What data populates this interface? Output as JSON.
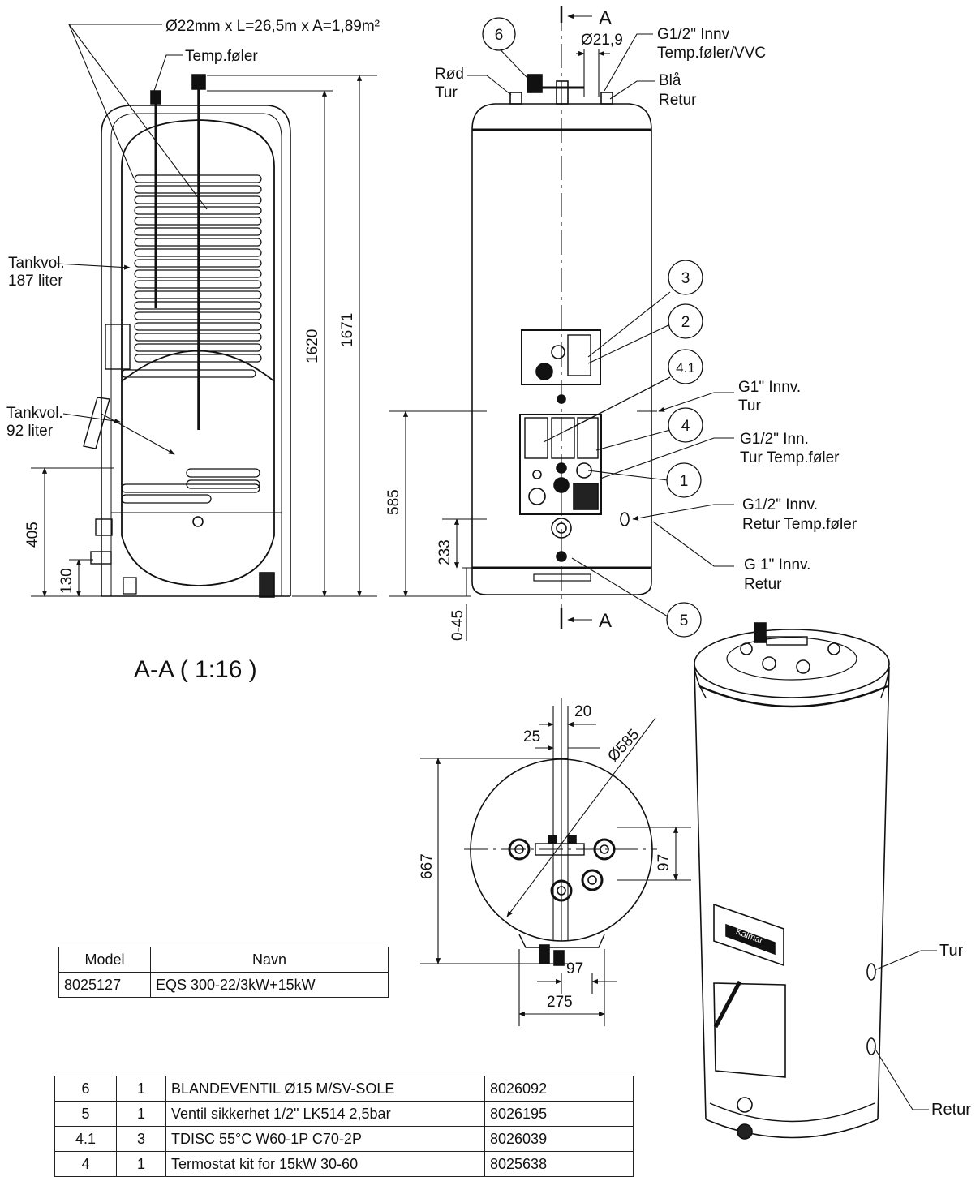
{
  "section_view": {
    "coil_spec": "Ø22mm x L=26,5m x A=1,89m²",
    "temp_sensor": "Temp.føler",
    "tank_upper_line1": "Tankvol.",
    "tank_upper_line2": "187 liter",
    "tank_lower_line1": "Tankvol.",
    "tank_lower_line2": "92 liter",
    "dims": [
      "1620",
      "1671",
      "405",
      "130"
    ],
    "caption": "A-A ( 1:16 )"
  },
  "front_view": {
    "section_marker": "A",
    "red_label_1": "Rød",
    "red_label_2": "Tur",
    "blue_label_1": "Blå",
    "blue_label_2": "Retur",
    "pipe_dim": "Ø21,9",
    "top_conn_1": "G1/2\" Innv",
    "top_conn_2": "Temp.føler/VVC",
    "conn_inlet_1": "G1\" Innv.",
    "conn_inlet_2": "Tur",
    "conn_inlet_sensor_1": "G1/2\" Inn.",
    "conn_inlet_sensor_2": "Tur Temp.føler",
    "conn_return_sensor_1": "G1/2\" Innv.",
    "conn_return_sensor_2": "Retur Temp.føler",
    "conn_return_1": "G 1\" Innv.",
    "conn_return_2": "Retur",
    "dims": [
      "585",
      "233",
      "0-45"
    ],
    "callouts": [
      "6",
      "3",
      "2",
      "4.1",
      "4",
      "1",
      "5"
    ]
  },
  "top_view": {
    "dims": [
      "20",
      "25",
      "Ø585",
      "667",
      "97",
      "97",
      "275"
    ]
  },
  "iso_view": {
    "label_tur": "Tur",
    "label_retur": "Retur",
    "brand": "Kalmar"
  },
  "model_table": {
    "headers": [
      "Model",
      "Navn"
    ],
    "rows": [
      [
        "8025127",
        "EQS 300-22/3kW+15kW"
      ]
    ]
  },
  "parts_table": {
    "rows": [
      [
        "6",
        "1",
        "BLANDEVENTIL Ø15 M/SV-SOLE",
        "8026092"
      ],
      [
        "5",
        "1",
        "Ventil sikkerhet 1/2\" LK514 2,5bar",
        "8026195"
      ],
      [
        "4.1",
        "3",
        "TDISC 55°C W60-1P C70-2P",
        "8026039"
      ],
      [
        "4",
        "1",
        "Termostat kit for 15kW 30-60",
        "8025638"
      ]
    ]
  },
  "colors": {
    "ink": "#111111",
    "paper": "#ffffff"
  }
}
